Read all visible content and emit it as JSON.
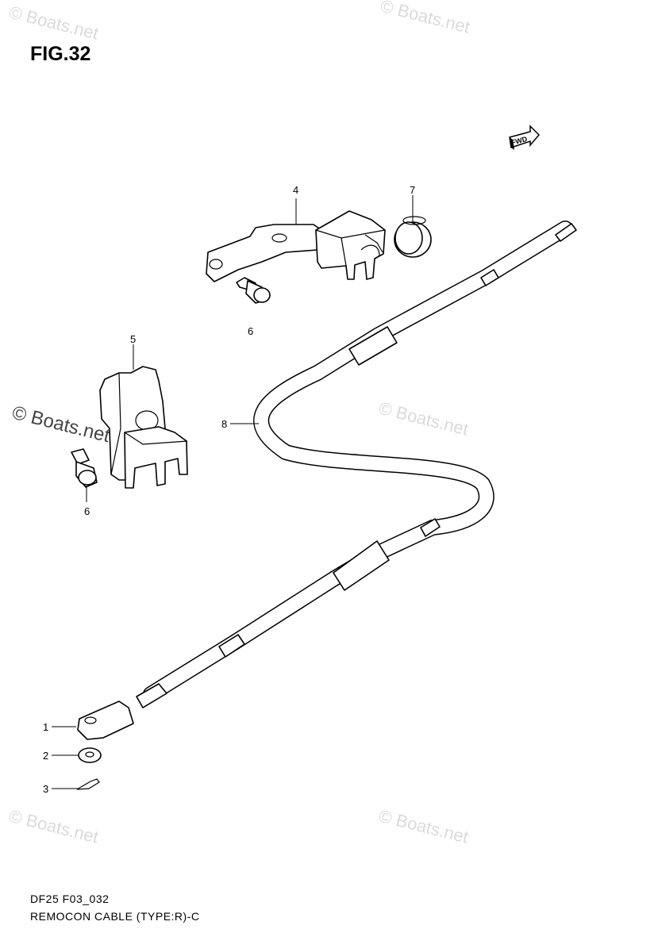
{
  "figure": {
    "title": "FIG.32",
    "diagram_code": "DF25 F03_032",
    "diagram_name": "REMOCON CABLE (TYPE:R)-C"
  },
  "fwd_badge": "FWD",
  "callouts": {
    "c1": "1",
    "c2": "2",
    "c3": "3",
    "c4": "4",
    "c5": "5",
    "c6a": "6",
    "c6b": "6",
    "c7": "7",
    "c8": "8"
  },
  "watermarks": {
    "top_left": "© Boats.net",
    "top_right": "© Boats.net",
    "mid_left": "© Boats.net",
    "mid_right": "© Boats.net",
    "bottom_left": "© Boats.net",
    "bottom_right": "© Boats.net"
  }
}
